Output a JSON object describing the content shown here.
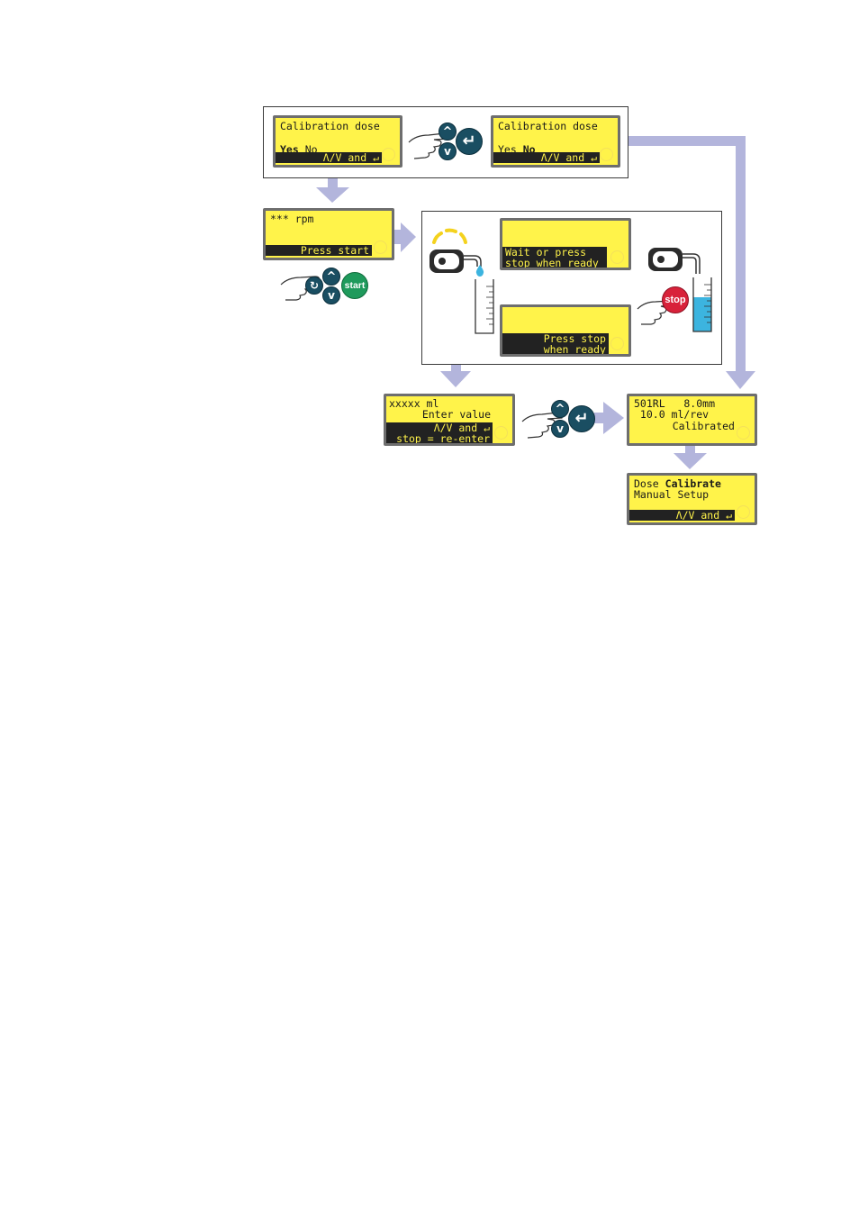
{
  "screens": {
    "cal_yes": {
      "line1": "Calibration dose",
      "yes": "Yes",
      "no": "No",
      "hint": "Λ/V and ↵"
    },
    "cal_no": {
      "line1": "Calibration dose",
      "yes": "Yes",
      "no": "No",
      "hint": "Λ/V and ↵"
    },
    "rpm": {
      "line1": "*** rpm",
      "bar": "Press start"
    },
    "wait": {
      "bar1": "Wait or press",
      "bar2": "stop when ready"
    },
    "pressstop": {
      "bar1": "Press stop",
      "bar2": "when ready"
    },
    "enter": {
      "line1": "xxxxx ml",
      "line2": "Enter value",
      "bar1": "Λ/V and ↵",
      "bar2": "stop = re-enter"
    },
    "result": {
      "line1": "501RL   8.0mm",
      "line2": " 10.0 ml/rev",
      "line3": "Calibrated"
    },
    "menu": {
      "word1": "Dose",
      "word2": "Calibrate",
      "line2": "Manual Setup",
      "hint": "Λ/V and ↵"
    }
  },
  "keys": {
    "start": "start",
    "stop": "stop"
  },
  "colors": {
    "lcd": "#fff34a",
    "arrow": "#b3b5dc",
    "navkey": "#1a4e62",
    "start": "#1f9a5c",
    "stop": "#d8223a",
    "fluid": "#3cb4df"
  },
  "icons": [
    "pointing-hand-icon",
    "up-arrow-key-icon",
    "down-arrow-key-icon",
    "enter-key-icon",
    "pump-head-icon",
    "measuring-cylinder-icon",
    "fluid-drop-icon"
  ]
}
